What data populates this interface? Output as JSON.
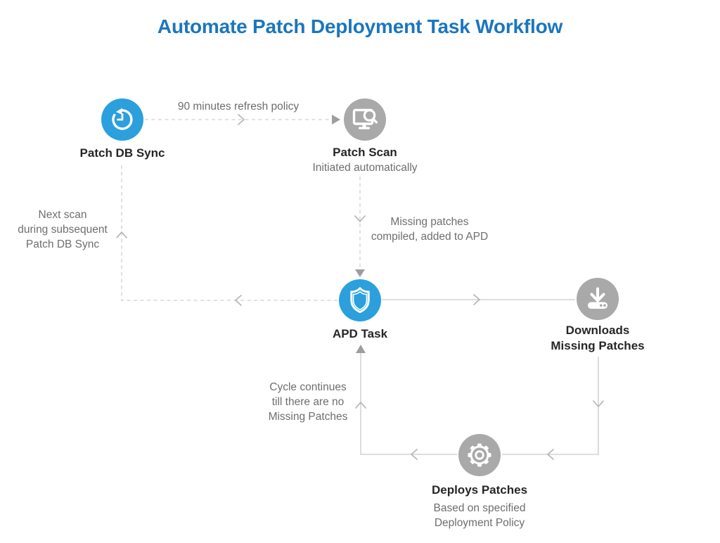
{
  "title": "Automate Patch Deployment Task Workflow",
  "colors": {
    "title_blue": "#1b76bd",
    "node_blue": "#2ba0dc",
    "node_gray": "#a9a9a9",
    "connector_line": "#d8d8d8",
    "chevron": "#b5b5b5",
    "arrowhead": "#9e9e9e",
    "label_dark": "#262626",
    "text_muted": "#6e6e6e"
  },
  "nodes": {
    "patch_db_sync": {
      "label": "Patch DB Sync",
      "icon": "history-sync-icon"
    },
    "patch_scan": {
      "label": "Patch Scan",
      "sublabel": "Initiated automatically",
      "icon": "monitor-scan-icon"
    },
    "apd_task": {
      "label": "APD Task",
      "icon": "shield-icon"
    },
    "downloads": {
      "label": "Downloads\nMissing Patches",
      "icon": "download-icon"
    },
    "deploys": {
      "label": "Deploys Patches",
      "sublabel": "Based on specified\nDeployment Policy",
      "icon": "gear-icon"
    }
  },
  "annotations": {
    "refresh_policy": "90 minutes refresh policy",
    "missing_patches": "Missing patches\ncompiled, added to APD",
    "next_scan": "Next scan\nduring subsequent\nPatch DB Sync",
    "cycle_continues": "Cycle continues\ntill there are no\nMissing Patches"
  }
}
